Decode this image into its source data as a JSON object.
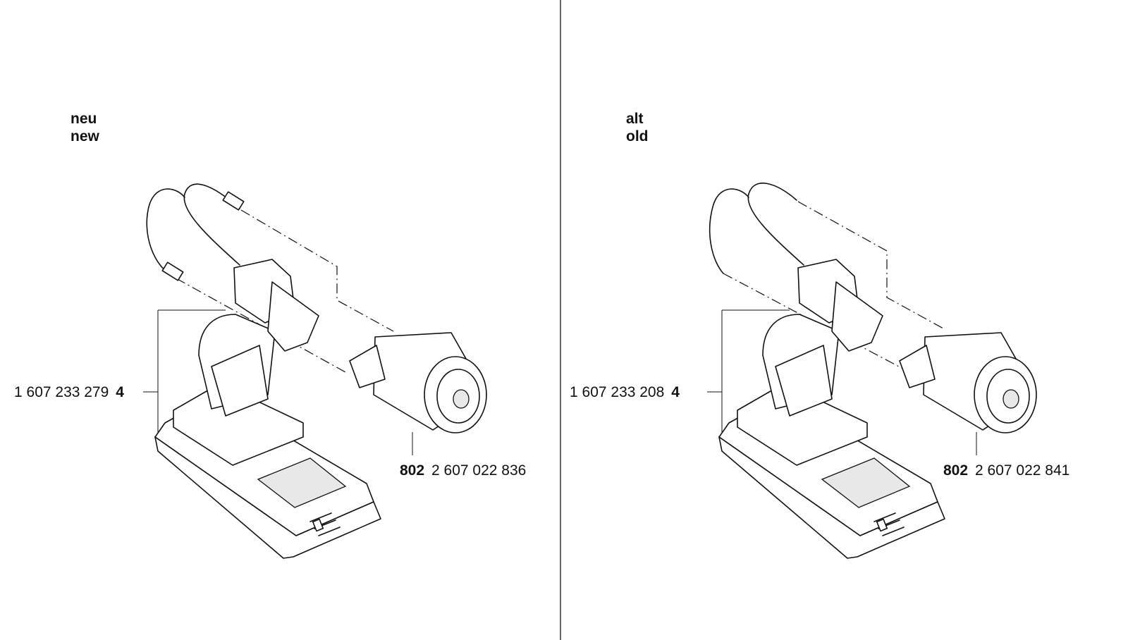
{
  "panels": [
    {
      "title_de": "neu",
      "title_en": "new",
      "housing_part_number": "1 607 233 279",
      "housing_item": "4",
      "motor_item": "802",
      "motor_part_number": "2 607 022 836",
      "cable_connectors": true
    },
    {
      "title_de": "alt",
      "title_en": "old",
      "housing_part_number": "1 607 233 208",
      "housing_item": "4",
      "motor_item": "802",
      "motor_part_number": "2 607 022 841",
      "cable_connectors": false
    }
  ]
}
